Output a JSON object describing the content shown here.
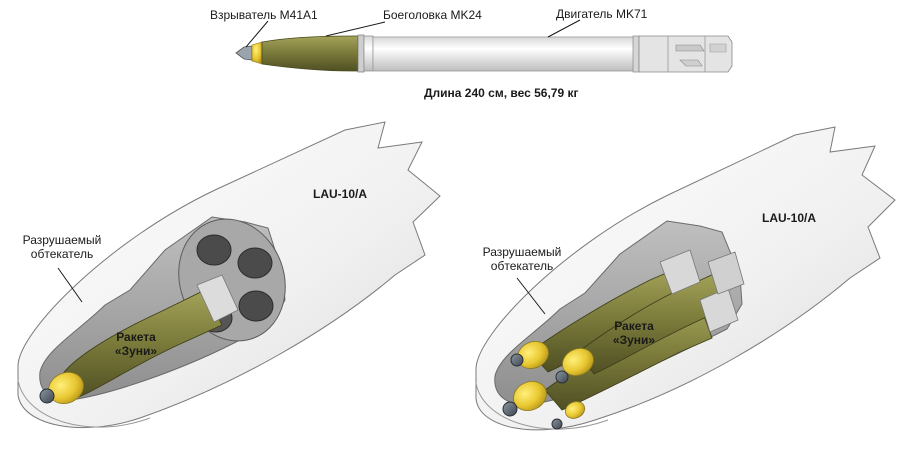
{
  "rocket": {
    "fuze_label": "Взрыватель M41A1",
    "warhead_label": "Боеголовка MK24",
    "motor_label": "Двигатель MK71",
    "spec_caption": "Длина 240 см, вес 56,79 кг"
  },
  "launcher_left": {
    "launcher_label": "LAU-10/A",
    "fairing_label_line1": "Разрушаемый",
    "fairing_label_line2": "обтекатель",
    "rocket_label_line1": "Ракета",
    "rocket_label_line2": "«Зуни»"
  },
  "launcher_right": {
    "launcher_label": "LAU-10/A",
    "fairing_label_line1": "Разрушаемый",
    "fairing_label_line2": "обтекатель",
    "rocket_label_line1": "Ракета",
    "rocket_label_line2": "«Зуни»"
  },
  "colors": {
    "olive_body": "#7d7d3c",
    "yellow_nose": "#e8c832",
    "motor_tube": "#eeeeee",
    "pod_shell": "#f4f4f4"
  }
}
